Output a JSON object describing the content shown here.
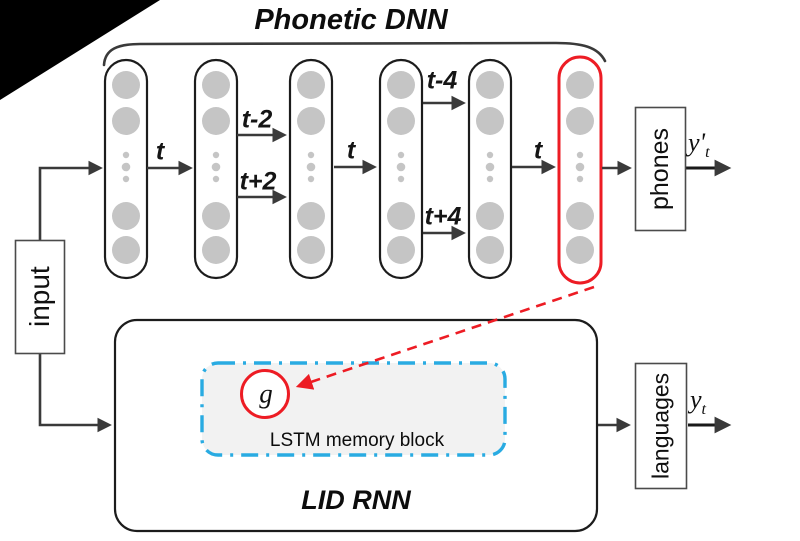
{
  "title": "Phonetic DNN",
  "arrow_labels": {
    "l1": "t",
    "l2_top": "t-2",
    "l2_bottom": "t+2",
    "l3": "t",
    "l4_top": "t-4",
    "l4_bottom": "t+4",
    "l5": "t"
  },
  "io_boxes": {
    "input": "input",
    "phones": "phones",
    "languages": "languages"
  },
  "outputs": {
    "phones_main": "y'",
    "phones_sub": "t",
    "languages_main": "y",
    "languages_sub": "t"
  },
  "rnn": {
    "title": "LID RNN",
    "lstm_label": "LSTM memory block",
    "gate": "g"
  },
  "colors": {
    "red": "#ed1c24",
    "cyan": "#29abe2",
    "node_gray": "#c5c5c5",
    "line_dark": "#3a3a3a",
    "lstm_fill": "#f2f2f2"
  }
}
